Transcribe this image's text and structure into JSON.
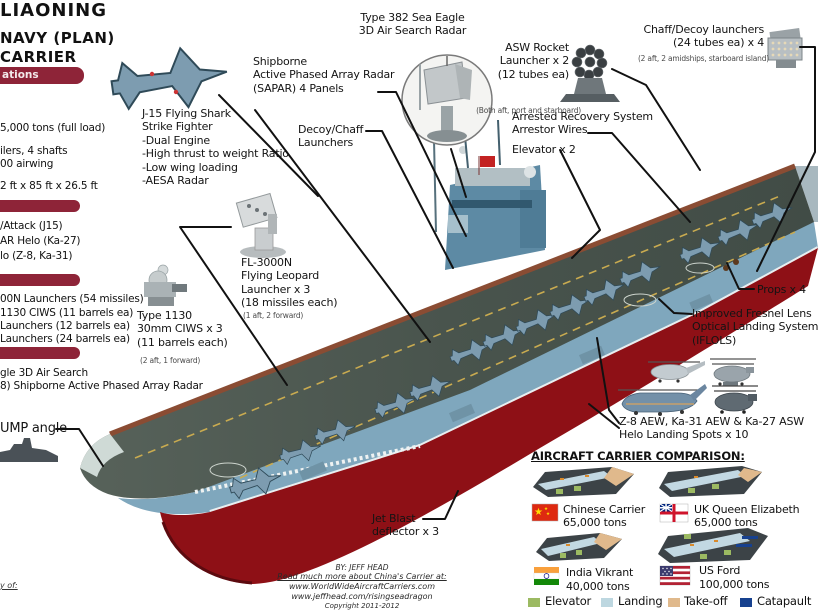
{
  "colors": {
    "section_bar": "#8e2438",
    "leader_line": "#111111",
    "deck_green": "#4e5a52",
    "hull_blue": "#7fa7bd",
    "hull_red": "#8e1016",
    "legend_elevator": "#9cba62",
    "legend_landing": "#bdd7e0",
    "legend_takeoff": "#e0b98c",
    "legend_catapault": "#17418f"
  },
  "header": {
    "title1": "LIAONING",
    "title2": "NAVY (PLAN)",
    "title3": "CARRIER",
    "section1_label": "ations"
  },
  "specs": {
    "s1": [
      "5,000 tons (full load)",
      "ilers, 4 shafts",
      "00 airwing",
      "2 ft x 85 ft x 26.5 ft"
    ],
    "s2": [
      "/Attack (J15)",
      "AR Helo (Ka-27)",
      "lo (Z-8, Ka-31)"
    ],
    "s3": [
      "00N Launchers (54 missiles)",
      "1130 CIWS (11 barrels ea)",
      "Launchers (12 barrels ea)",
      "Launchers (24 barrels ea)"
    ],
    "s4": [
      "gle 3D Air Search",
      "8) Shipborne Active Phased Array Radar"
    ]
  },
  "callouts": {
    "type382": "Type 382 Sea Eagle\n3D Air Search Radar",
    "sapar": "Shipborne\nActive Phased Array Radar\n(SAPAR) 4 Panels",
    "decoy_chaff": "Decoy/Chaff\nLaunchers",
    "asw_rocket": "ASW Rocket\nLauncher x 2\n(12 tubes ea)",
    "asw_rocket_note": "(Both aft, port and starboard)",
    "chaff_decoy": "Chaff/Decoy launchers\n(24 tubes ea) x 4",
    "chaff_decoy_note": "(2 aft, 2 amidships, starboard island)",
    "arrestor": "Arrested Recovery System\nArrestor Wires",
    "elevator": "Elevator x 2",
    "j15": "J-15 Flying Shark\nStrike Fighter\n-Dual Engine\n-High thrust to weight Ratio\n-Low wing loading\n-AESA Radar",
    "fl3000n": "FL-3000N\nFlying Leopard\nLauncher x 3\n(18 missiles each)",
    "fl3000n_note": "(1 aft, 2 forward)",
    "type1130": "Type 1130\n30mm CIWS x 3\n(11 barrels each)",
    "type1130_note": "(2 aft, 1 forward)",
    "props": "Props x 4",
    "iflols": "Improved Fresnel Lens\nOptical Landing System\n(IFLOLS)",
    "helo_spots": "Z-8 AEW, Ka-31 AEW & Ka-27 ASW\nHelo Landing Spots x 10",
    "ump_angle": "UMP angle",
    "jet_blast": "Jet Blast\ndeflector x 3"
  },
  "comparison": {
    "heading": "AIRCRAFT CARRIER COMPARISON:",
    "entries": [
      {
        "country": "china",
        "name": "Chinese Carrier",
        "tons": "65,000 tons"
      },
      {
        "country": "uk",
        "name": "UK Queen Elizabeth",
        "tons": "65,000 tons"
      },
      {
        "country": "india",
        "name": "India Vikrant",
        "tons": "40,000 tons"
      },
      {
        "country": "us",
        "name": "US Ford",
        "tons": "100,000 tons"
      }
    ],
    "legend": [
      {
        "label": "Elevator",
        "color": "#9cba62"
      },
      {
        "label": "Landing",
        "color": "#bdd7e0"
      },
      {
        "label": "Take-off",
        "color": "#e0b98c"
      },
      {
        "label": "Catapault",
        "color": "#17418f"
      }
    ]
  },
  "credit": {
    "by": "BY: JEFF HEAD",
    "read_more": "Read much more about China's Carrier at:",
    "url1": "www.WorldWideAircraftCarriers.com",
    "url2": "www.jeffhead.com/risingseadragon",
    "copyright": "Copyright 2011-2012"
  },
  "fragments": {
    "bottom_left": "y of:"
  }
}
